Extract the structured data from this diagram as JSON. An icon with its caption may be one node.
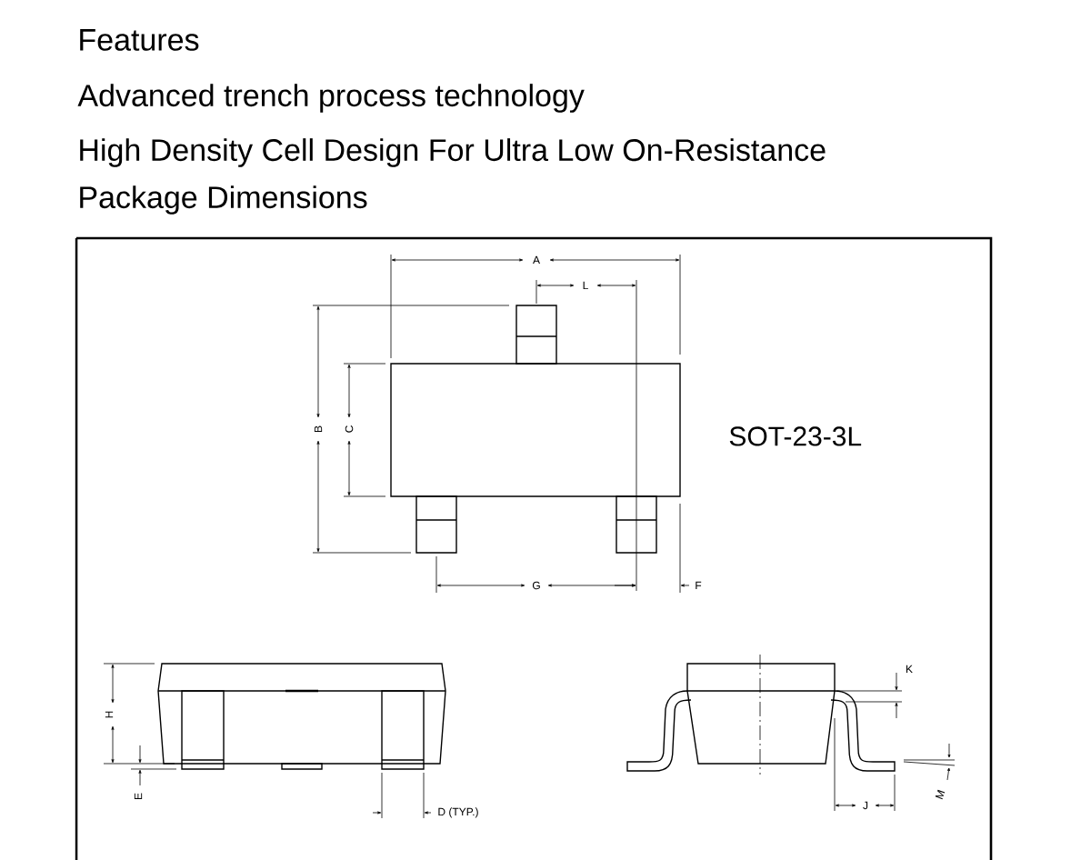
{
  "diagram": {
    "labels": [
      "Features",
      "Advanced trench process technology",
      "High Density Cell Design For Ultra Low On-Resistance",
      "Package Dimensions",
      "A",
      "L",
      "B",
      "C",
      "SOT-23-3L",
      "G",
      "F",
      "K",
      "H",
      "M",
      "E",
      "J",
      "D (TYP.)"
    ]
  }
}
